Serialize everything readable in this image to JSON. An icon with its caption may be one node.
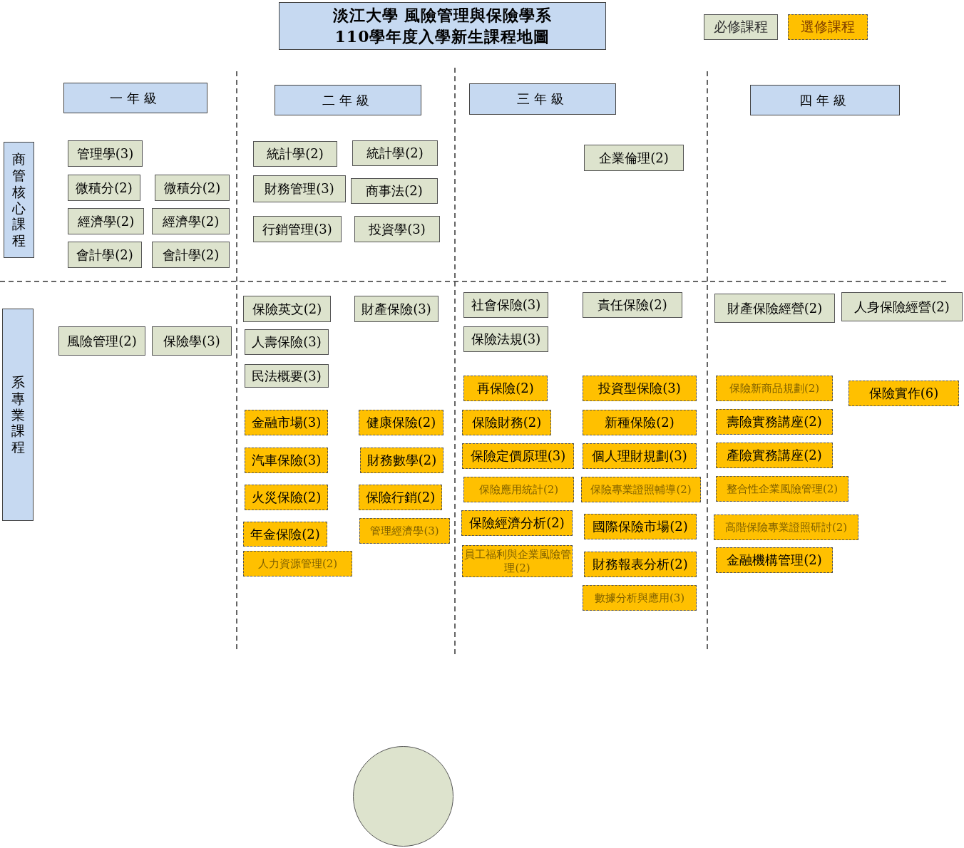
{
  "diagram": {
    "nodes": [
      {
        "text": [
          "淡江大學 風險管理與保險學系",
          "110學年度入學新生課程地圖"
        ]
      },
      {
        "text": [
          "一年級"
        ]
      },
      {
        "text": [
          "二年級"
        ]
      },
      {
        "text": [
          "三年級"
        ]
      },
      {
        "text": [
          "四年級"
        ]
      },
      {
        "text": [
          "商管核心課程"
        ]
      },
      {
        "text": [
          "管理學(3)"
        ]
      },
      {
        "text": [
          "微積分(2)"
        ]
      },
      {
        "text": [
          "微積分(2)"
        ]
      },
      {
        "text": [
          "經濟學(2)"
        ]
      },
      {
        "text": [
          "經濟學(2)"
        ]
      },
      {
        "text": [
          "會計學(2)"
        ]
      },
      {
        "text": [
          "會計學(2)"
        ]
      },
      {
        "text": [
          "統計學(2)"
        ]
      },
      {
        "text": [
          "統計學(2)"
        ]
      },
      {
        "text": [
          "財務管理(3)"
        ]
      },
      {
        "text": [
          "商事法(2)"
        ]
      },
      {
        "text": [
          "行銷管理(3)"
        ]
      },
      {
        "text": [
          "投資學(3)"
        ]
      },
      {
        "text": [
          "企業倫理(2)"
        ]
      },
      {
        "text": [
          "系專業課程"
        ]
      },
      {
        "text": [
          "風險管理(2)"
        ]
      },
      {
        "text": [
          "保險學(3)"
        ]
      },
      {
        "text": [
          "保險英文(2)"
        ]
      },
      {
        "text": [
          "財產保險(3)"
        ]
      },
      {
        "text": [
          "人壽保險(3)"
        ]
      },
      {
        "text": [
          "民法概要(3)"
        ]
      },
      {
        "text": [
          "金融市場(3)"
        ]
      },
      {
        "text": [
          "健康保險(2)"
        ]
      },
      {
        "text": [
          "汽車保險(3)"
        ]
      },
      {
        "text": [
          "財務數學(2)"
        ]
      },
      {
        "text": [
          "火災保險(2)"
        ]
      },
      {
        "text": [
          "保險行銷(2)"
        ]
      },
      {
        "text": [
          "年金保險(2)"
        ]
      },
      {
        "text": [
          "管理經濟學(3)"
        ]
      },
      {
        "text": [
          "人力資源管理(2)"
        ]
      },
      {
        "text": [
          "社會保險(3)"
        ]
      },
      {
        "text": [
          "責任保險(2)"
        ]
      },
      {
        "text": [
          "保險法規(3)"
        ]
      },
      {
        "text": [
          "再保險(2)"
        ]
      },
      {
        "text": [
          "投資型保險(3)"
        ]
      },
      {
        "text": [
          "保險財務(2)"
        ]
      },
      {
        "text": [
          "新種保險(2)"
        ]
      },
      {
        "text": [
          "保險定價原理(3)"
        ]
      },
      {
        "text": [
          "個人理財規劃(3)"
        ]
      },
      {
        "text": [
          "保險應用統計(2)"
        ]
      },
      {
        "text": [
          "保險專業證照輔導(2)"
        ]
      },
      {
        "text": [
          "保險經濟分析(2)"
        ]
      },
      {
        "text": [
          "國際保險市場(2)"
        ]
      },
      {
        "text": [
          "員工福利與企業風險管理(2)"
        ]
      },
      {
        "text": [
          "財務報表分析(2)"
        ]
      },
      {
        "text": [
          "數據分析與應用(3)"
        ]
      },
      {
        "text": [
          "財產保險經營(2)"
        ]
      },
      {
        "text": [
          "人身保險經營(2)"
        ]
      },
      {
        "text": [
          "保險新商品規劃(2)"
        ]
      },
      {
        "text": [
          "保險實作(6)"
        ]
      },
      {
        "text": [
          "壽險實務講座(2)"
        ]
      },
      {
        "text": [
          "產險實務講座(2)"
        ]
      },
      {
        "text": [
          "整合性企業風險管理(2)"
        ]
      },
      {
        "text": [
          "高階保險專業證照研討(2)"
        ]
      },
      {
        "text": [
          "金融機構管理(2)"
        ]
      },
      {
        "text": [],
        "shape": "circle"
      }
    ],
    "legend": [
      {
        "text": "必修課程",
        "color": "#dde3cd"
      },
      {
        "text": "選修課程",
        "color": "#ffc000"
      }
    ]
  }
}
